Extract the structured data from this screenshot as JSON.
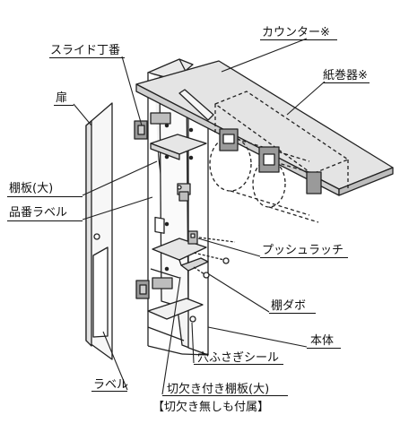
{
  "labels": {
    "counter": "カウンター※",
    "paper_holder": "紙巻器※",
    "slide_hinge": "スライド丁番",
    "door": "扉",
    "shelf_large": "棚板(大)",
    "part_number_label": "品番ラベル",
    "push_latch": "プッシュラッチ",
    "shelf_dowel": "棚ダボ",
    "main_body": "本体",
    "hole_cover_seal": "穴ふさぎシール",
    "label": "ラベル",
    "notched_shelf_large": "切欠き付き棚板(大)",
    "notched_note": "【切欠き無しも付属】"
  }
}
